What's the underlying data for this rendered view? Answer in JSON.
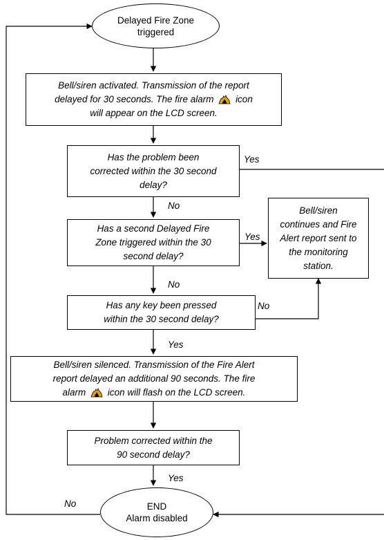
{
  "nodes": {
    "start": {
      "line1": "Delayed Fire Zone",
      "line2": "triggered"
    },
    "bell_activated": {
      "line1": "Bell/siren activated. Transmission of the report",
      "line2": "delayed for 30 seconds. The fire alarm",
      "line2_tail": "icon",
      "line3": "will appear on the LCD screen."
    },
    "problem_corrected_30": {
      "line1": "Has the problem been",
      "line2": "corrected within the 30 second",
      "line3": "delay?"
    },
    "second_zone": {
      "line1": "Has a second Delayed Fire",
      "line2": "Zone triggered within the 30",
      "line3": "second delay?"
    },
    "fire_alert_sent": {
      "line1": "Bell/siren",
      "line2": "continues and Fire",
      "line3": "Alert report sent to",
      "line4": "the monitoring",
      "line5": "station."
    },
    "key_pressed": {
      "line1": "Has any key been pressed",
      "line2": "within the 30 second delay?"
    },
    "bell_silenced": {
      "line1": "Bell/siren silenced. Transmission of the Fire Alert",
      "line2": "report delayed an additional 90 seconds. The fire",
      "line3_head": "alarm",
      "line3_tail": "icon will flash on the LCD screen."
    },
    "problem_corrected_90": {
      "line1": "Problem corrected within the",
      "line2": "90 second delay?"
    },
    "end": {
      "line1": "END",
      "line2": "Alarm disabled"
    }
  },
  "edge_labels": {
    "yes_1": "Yes",
    "no_1": "No",
    "yes_2": "Yes",
    "no_2": "No",
    "no_3": "No",
    "yes_3": "Yes",
    "yes_4": "Yes",
    "no_4": "No"
  },
  "icons": {
    "fire": "fire-alarm-icon"
  },
  "colors": {
    "line": "#000000",
    "flame": "#e8a200",
    "flame_core": "#000000"
  }
}
